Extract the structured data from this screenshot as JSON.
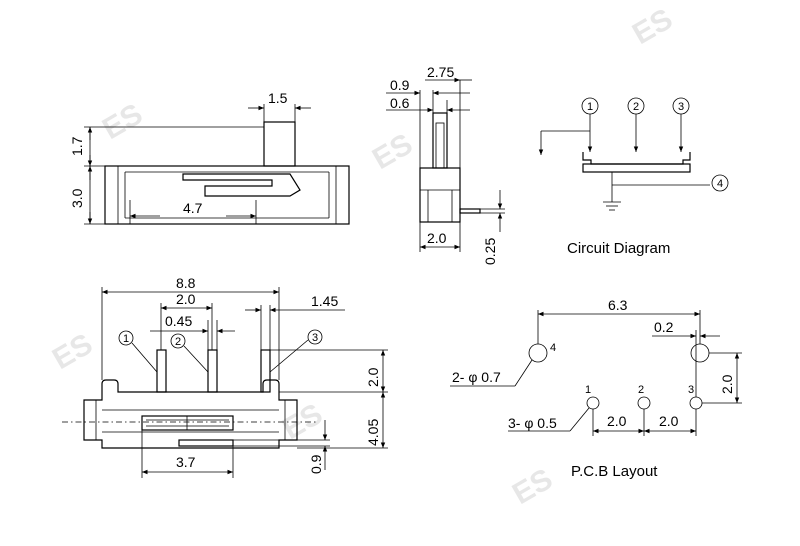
{
  "top_view": {
    "dim_1_5": "1.5",
    "dim_1_7": "1.7",
    "dim_3_0": "3.0",
    "dim_4_7": "4.7"
  },
  "side_view": {
    "dim_0_9": "0.9",
    "dim_2_75": "2.75",
    "dim_0_6": "0.6",
    "dim_2_0": "2.0",
    "dim_0_25": "0.25"
  },
  "circuit": {
    "title": "Circuit Diagram",
    "pin1": "1",
    "pin2": "2",
    "pin3": "3",
    "pin4": "4"
  },
  "front_view": {
    "dim_8_8": "8.8",
    "dim_2_0": "2.0",
    "dim_1_45": "1.45",
    "dim_0_45": "0.45",
    "dim_2_0_right": "2.0",
    "dim_4_05": "4.05",
    "dim_3_7": "3.7",
    "dim_0_9": "0.9",
    "pin1": "1",
    "pin2": "2",
    "pin3": "3"
  },
  "pcb": {
    "title": "P.C.B Layout",
    "dim_6_3": "6.3",
    "dim_0_2": "0.2",
    "hole_large": "2- φ 0.7",
    "hole_small": "3- φ 0.5",
    "dim_2_0_a": "2.0",
    "dim_2_0_b": "2.0",
    "dim_2_0_v": "2.0",
    "pin1": "1",
    "pin2": "2",
    "pin3": "3",
    "pin4": "4"
  },
  "watermark": {
    "text": "ES"
  }
}
